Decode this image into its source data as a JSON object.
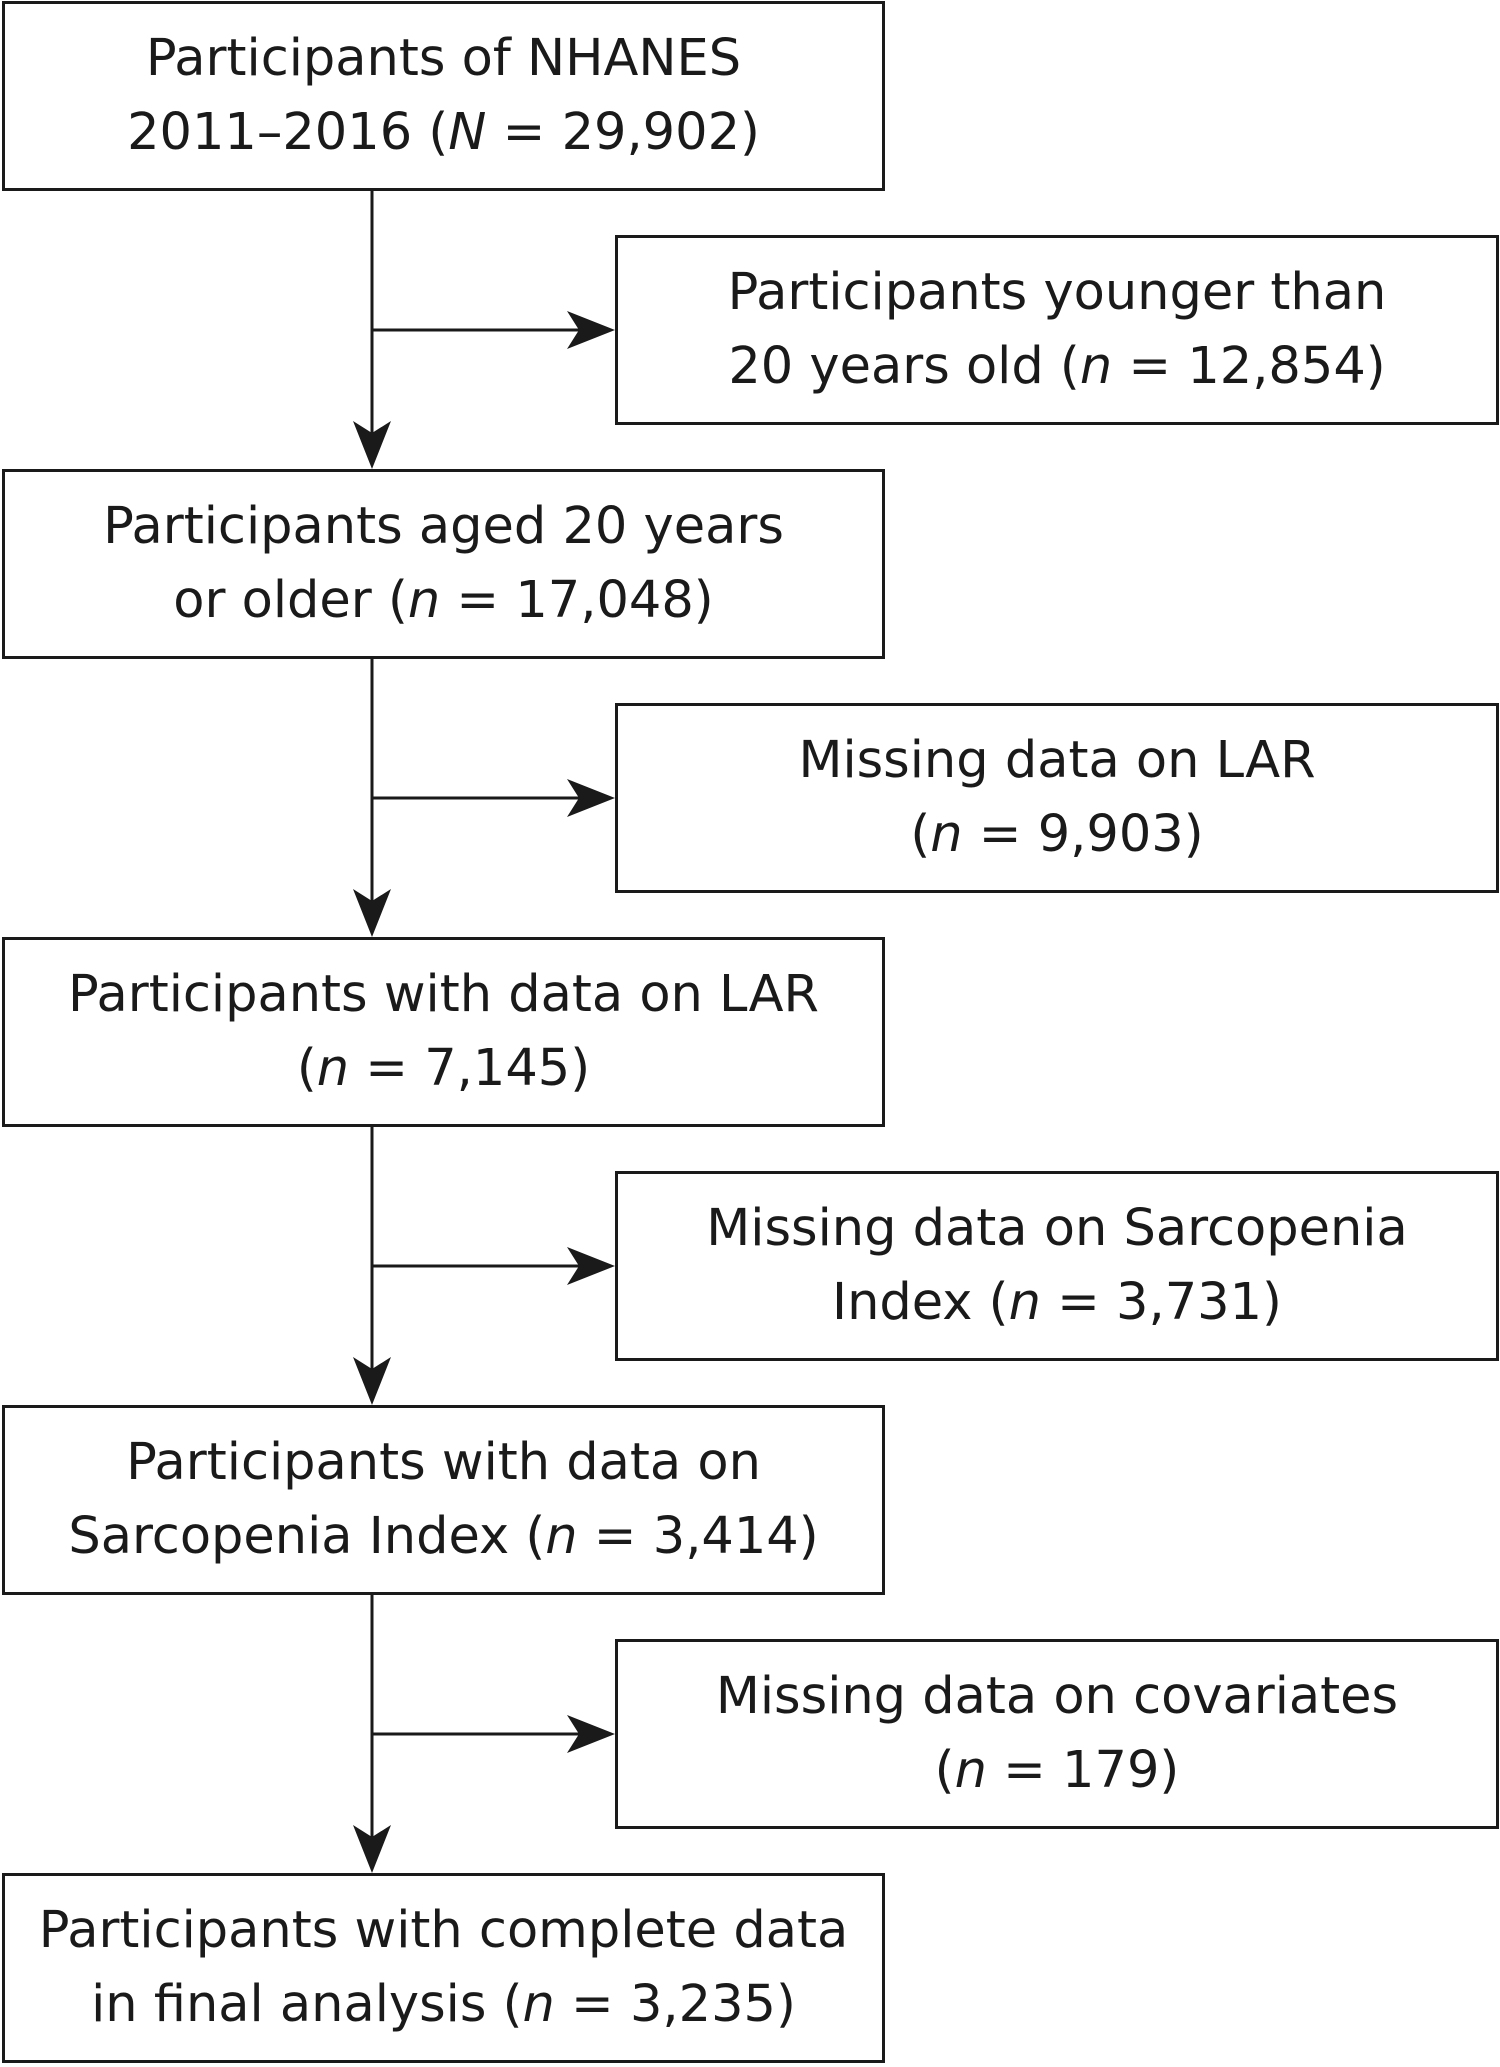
{
  "flowchart": {
    "main_boxes": [
      {
        "line1": "Participants of NHANES",
        "line2_pre": "2011–2016 (",
        "var": "N",
        "line2_post": " = 29,902)"
      },
      {
        "line1": "Participants aged 20 years",
        "line2_pre": "or older (",
        "var": "n",
        "line2_post": " = 17,048)"
      },
      {
        "line1": "Participants with data on LAR",
        "line2_pre": "(",
        "var": "n",
        "line2_post": " = 7,145)"
      },
      {
        "line1": "Participants with data on",
        "line2_pre": "Sarcopenia Index (",
        "var": "n",
        "line2_post": " = 3,414)"
      },
      {
        "line1": "Participants with complete data",
        "line2_pre": "in final analysis (",
        "var": "n",
        "line2_post": " = 3,235)"
      }
    ],
    "exclusion_boxes": [
      {
        "line1": "Participants younger than",
        "line2_pre": "20 years old (",
        "var": "n",
        "line2_post": " = 12,854)"
      },
      {
        "line1": "Missing data on LAR",
        "line2_pre": "(",
        "var": "n",
        "line2_post": " = 9,903)"
      },
      {
        "line1": "Missing data on Sarcopenia",
        "line2_pre": "Index (",
        "var": "n",
        "line2_post": " = 3,731)"
      },
      {
        "line1": "Missing data on covariates",
        "line2_pre": "(",
        "var": "n",
        "line2_post": " = 179)"
      }
    ],
    "line_color": "#1a1a1a"
  }
}
